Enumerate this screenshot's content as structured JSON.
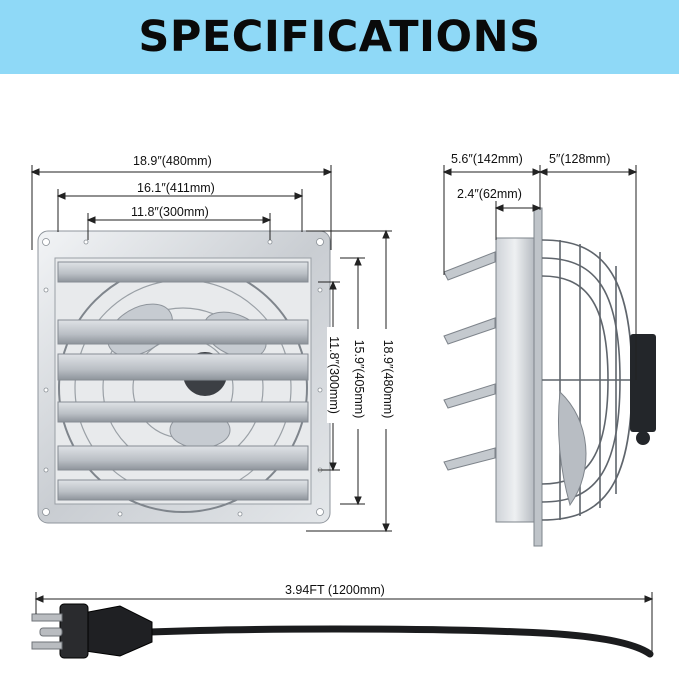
{
  "banner": {
    "title": "SPECIFICATIONS",
    "color": "#8fd9f7"
  },
  "dimensions": {
    "front_width_outer": "18.9″(480mm)",
    "front_width_mid": "16.1″(411mm)",
    "front_width_inner": "11.8″(300mm)",
    "front_height_inner": "11.8″(300mm)",
    "front_height_mid": "15.9″(405mm)",
    "front_height_outer": "18.9″(480mm)",
    "side_depth_total": "5.6″(142mm)",
    "side_depth_guard": "5″(128mm)",
    "side_depth_shutter": "2.4″(62mm)",
    "cord_length": "3.94FT (1200mm)"
  },
  "icons": [
    "fan-front-view",
    "fan-side-view",
    "power-plug-icon",
    "power-cord"
  ]
}
